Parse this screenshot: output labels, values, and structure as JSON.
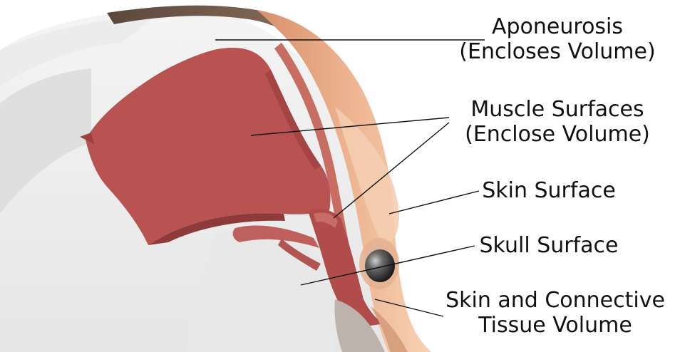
{
  "labels": {
    "aponeurosis": {
      "line1": "Aponeurosis",
      "line2": "(Encloses Volume)"
    },
    "muscle_surfaces": {
      "line1": "Muscle Surfaces",
      "line2": "(Enclose Volume)"
    },
    "skin_surface": {
      "line1": "Skin Surface"
    },
    "skull_surface": {
      "line1": "Skull Surface"
    },
    "skin_connective": {
      "line1": "Skin and Connective",
      "line2": "Tissue Volume"
    }
  },
  "colors": {
    "skull": "#eeeeee",
    "skull_shadow": "#d6d6d6",
    "muscle": "#b85352",
    "muscle_dark": "#8f3a3a",
    "skin": "#e3a17e",
    "skin_light": "#f3c6a4",
    "aponeurosis_band": "#6b5547",
    "eye": "#2a2a2a",
    "leader_line": "#111111"
  }
}
